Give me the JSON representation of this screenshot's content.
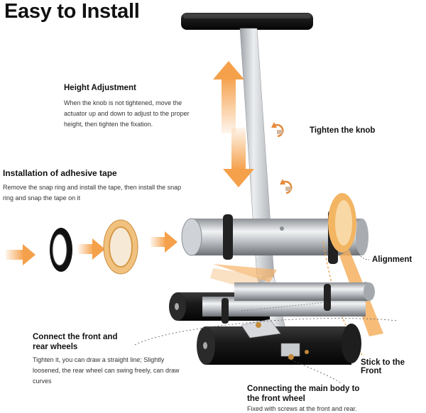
{
  "title": "Easy to Install",
  "height_adjustment": {
    "title": "Height Adjustment",
    "text": "When the knob is not tightened, move the actuator up and down to adjust to the proper height, then tighten the fixation."
  },
  "adhesive_tape": {
    "title": "Installation of adhesive tape",
    "text": "Remove the snap ring and install the tape, then install the snap ring and snap the tape on it"
  },
  "knob": {
    "label": "Tighten the knob"
  },
  "alignment": {
    "label": "Alignment"
  },
  "wheels": {
    "title": "Connect the front and rear wheels",
    "text": "Tighten it, you can draw a straight line; Slightly loosened, the rear wheel can swing freely, can draw curves"
  },
  "stick_front": {
    "label": "Stick to the Front"
  },
  "main_body": {
    "title": "Connecting the main body to the front wheel",
    "text": "Fixed with screws at the front and rear."
  },
  "colors": {
    "orange": "#f5a04a",
    "tape": "#f0b86a",
    "metal": "#c9ccd0",
    "black": "#1b1b1b"
  }
}
